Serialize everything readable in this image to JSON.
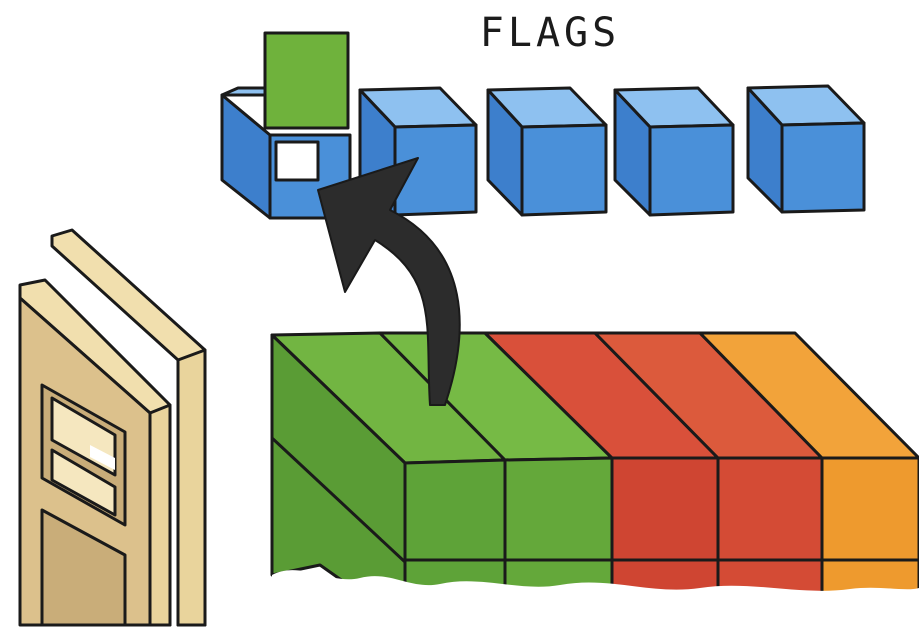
{
  "diagram": {
    "title": "FLAGS",
    "colors": {
      "flag_front": "#4a90d9",
      "flag_top": "#8ec1f0",
      "flag_side": "#3d7fcc",
      "marker_green": "#6fb23c",
      "green_top": "#72b542",
      "green_front": "#5ea338",
      "red_top": "#d9503a",
      "red_front": "#cf4532",
      "orange_top": "#f2a33a",
      "orange_front": "#ee9a2e",
      "frame_light": "#f1dfae",
      "frame_mid": "#dcc18c",
      "arrow": "#2c2c2c"
    },
    "elements": [
      {
        "name": "flag-register",
        "label": "FLAGS",
        "cells": 5
      },
      {
        "name": "set-flag-block",
        "color": "green"
      },
      {
        "name": "arrow",
        "direction": "up-left"
      },
      {
        "name": "register-slab",
        "column_colors": [
          "green",
          "green",
          "red",
          "red",
          "orange"
        ]
      },
      {
        "name": "frame-panel"
      }
    ]
  }
}
